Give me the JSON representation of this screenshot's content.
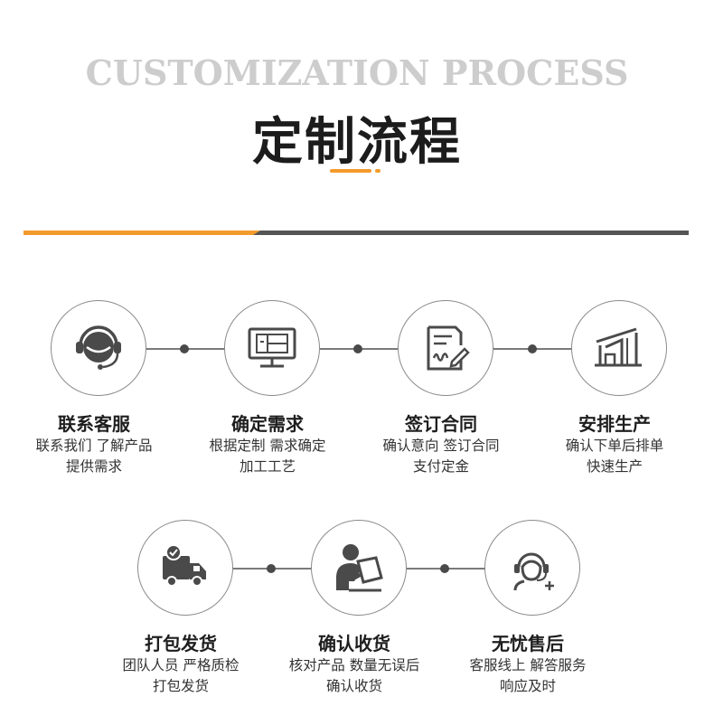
{
  "header": {
    "en_title": "CUSTOMIZATION PROCESS",
    "cn_title": "定制流程"
  },
  "colors": {
    "accent": "#f39a2c",
    "dark": "#4a4a4a",
    "line": "#7a7a7a"
  },
  "steps": [
    {
      "icon": "headset-icon",
      "title": "联系客服",
      "desc1": "联系我们 了解产品",
      "desc2": "提供需求"
    },
    {
      "icon": "design-monitor-icon",
      "title": "确定需求",
      "desc1": "根据定制 需求确定",
      "desc2": "加工工艺"
    },
    {
      "icon": "contract-sign-icon",
      "title": "签订合同",
      "desc1": "确认意向 签订合同",
      "desc2": "支付定金"
    },
    {
      "icon": "factory-icon",
      "title": "安排生产",
      "desc1": "确认下单后排单",
      "desc2": "快速生产"
    },
    {
      "icon": "delivery-truck-icon",
      "title": "打包发货",
      "desc1": "团队人员 严格质检",
      "desc2": "打包发货"
    },
    {
      "icon": "receive-check-icon",
      "title": "确认收货",
      "desc1": "核对产品 数量无误后",
      "desc2": "确认收货"
    },
    {
      "icon": "after-sales-support-icon",
      "title": "无忧售后",
      "desc1": "客服线上 解答服务",
      "desc2": "响应及时"
    }
  ]
}
